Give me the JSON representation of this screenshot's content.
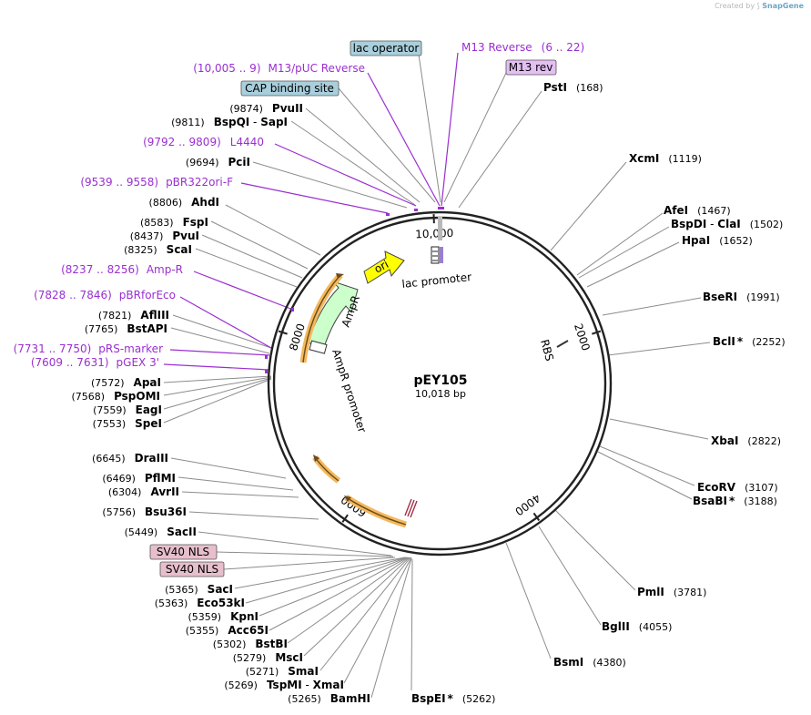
{
  "credit": {
    "prefix": "Created by",
    "brand": "SnapGene"
  },
  "plasmid": {
    "name": "pEY105",
    "size": "10,018 bp"
  },
  "ticks": [
    {
      "label": "10,000",
      "angle": 358
    },
    {
      "label": "2000",
      "angle": 72
    },
    {
      "label": "4000",
      "angle": 144
    },
    {
      "label": "6000",
      "angle": 215
    },
    {
      "label": "8000",
      "angle": 288
    }
  ],
  "right_sites": [
    {
      "name": "PstI",
      "pos": "(168)"
    },
    {
      "name": "XcmI",
      "pos": "(1119)"
    },
    {
      "name": "AfeI",
      "pos": "(1467)"
    },
    {
      "name": "BspDI",
      "sep": " - ",
      "name2": "ClaI",
      "pos": "(1502)"
    },
    {
      "name": "HpaI",
      "pos": "(1652)"
    },
    {
      "name": "BseRI",
      "pos": "(1991)"
    },
    {
      "name": "BclI",
      "star": "*",
      "pos": "(2252)"
    },
    {
      "name": "XbaI",
      "pos": "(2822)"
    },
    {
      "name": "EcoRV",
      "pos": "(3107)"
    },
    {
      "name": "BsaBI",
      "star": "*",
      "pos": "(3188)"
    },
    {
      "name": "PmlI",
      "pos": "(3781)"
    },
    {
      "name": "BglII",
      "pos": "(4055)"
    },
    {
      "name": "BsmI",
      "pos": "(4380)"
    },
    {
      "name": "BspEI",
      "star": "*",
      "pos": "(5262)"
    }
  ],
  "left_sites": [
    {
      "pos": "(9874)",
      "name": "PvuII"
    },
    {
      "pos": "(9811)",
      "name": "BspQI",
      "sep": " - ",
      "name2": "SapI"
    },
    {
      "pos": "(9694)",
      "name": "PciI"
    },
    {
      "pos": "(8806)",
      "name": "AhdI"
    },
    {
      "pos": "(8583)",
      "name": "FspI"
    },
    {
      "pos": "(8437)",
      "name": "PvuI"
    },
    {
      "pos": "(8325)",
      "name": "ScaI"
    },
    {
      "pos": "(7821)",
      "name": "AflIII"
    },
    {
      "pos": "(7765)",
      "name": "BstAPI"
    },
    {
      "pos": "(7572)",
      "name": "ApaI"
    },
    {
      "pos": "(7568)",
      "name": "PspOMI"
    },
    {
      "pos": "(7559)",
      "name": "EagI"
    },
    {
      "pos": "(7553)",
      "name": "SpeI"
    },
    {
      "pos": "(6645)",
      "name": "DraIII"
    },
    {
      "pos": "(6469)",
      "name": "PflMI"
    },
    {
      "pos": "(6304)",
      "name": "AvrII"
    },
    {
      "pos": "(5756)",
      "name": "Bsu36I"
    },
    {
      "pos": "(5449)",
      "name": "SacII"
    },
    {
      "pos": "(5365)",
      "name": "SacI"
    },
    {
      "pos": "(5363)",
      "name": "Eco53kI"
    },
    {
      "pos": "(5359)",
      "name": "KpnI"
    },
    {
      "pos": "(5355)",
      "name": "Acc65I"
    },
    {
      "pos": "(5302)",
      "name": "BstBI"
    },
    {
      "pos": "(5279)",
      "name": "MscI"
    },
    {
      "pos": "(5271)",
      "name": "SmaI"
    },
    {
      "pos": "(5269)",
      "name": "TspMI",
      "sep": " - ",
      "name2": "XmaI"
    },
    {
      "pos": "(5265)",
      "name": "BamHI"
    }
  ],
  "primers": [
    {
      "text": "M13 Reverse",
      "range": "(6 .. 22)"
    },
    {
      "text": "M13/pUC Reverse",
      "range": "(10,005 .. 9)"
    },
    {
      "text": "L4440",
      "range": "(9792 .. 9809)"
    },
    {
      "text": "pBR322ori-F",
      "range": "(9539 .. 9558)"
    },
    {
      "text": "Amp-R",
      "range": "(8237 .. 8256)"
    },
    {
      "text": "pBRforEco",
      "range": "(7828 .. 7846)"
    },
    {
      "text": "pRS-marker",
      "range": "(7731 .. 7750)"
    },
    {
      "text": "pGEX 3'",
      "range": "(7609 .. 7631)"
    }
  ],
  "boxes": [
    {
      "text": "lac operator",
      "color": "#a9cfdc"
    },
    {
      "text": "M13 rev",
      "color": "#e3bff2"
    },
    {
      "text": "CAP binding site",
      "color": "#a9cfdc"
    },
    {
      "text": "SV40 NLS",
      "color": "#e7bfcc"
    },
    {
      "text": "SV40 NLS",
      "color": "#e7bfcc"
    }
  ],
  "features": {
    "ori": "ori",
    "ampr": "AmpR",
    "ampr_promoter": "AmpR promoter",
    "lac_promoter": "lac promoter",
    "rbs": "RBS"
  },
  "colors": {
    "ori": "#ffff00",
    "ampr": "#ccffcc",
    "orange_feature": "#f4b85c",
    "primer": "#9a2fd0",
    "backbone": "#222222"
  }
}
